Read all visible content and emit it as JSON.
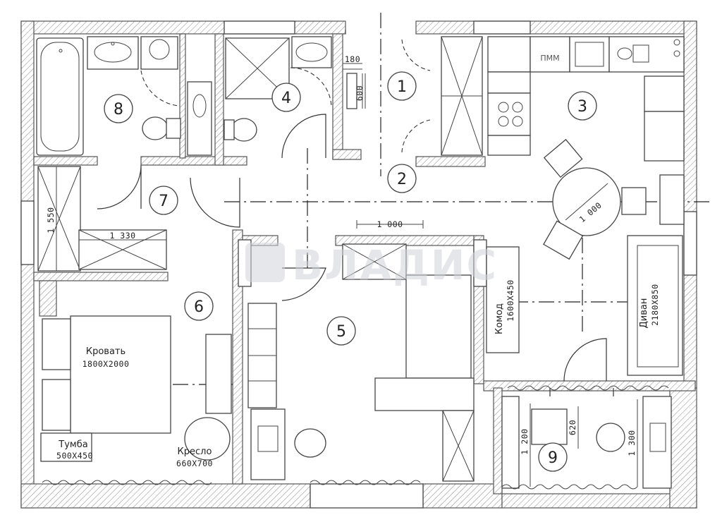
{
  "watermark": "ВЛАДИС",
  "rooms": [
    "1",
    "2",
    "3",
    "4",
    "5",
    "6",
    "7",
    "8",
    "9"
  ],
  "labels": {
    "bed": "Кровать",
    "bed_size": "1800X2000",
    "nightstand": "Тумба",
    "nightstand_size": "500X450",
    "armchair": "Кресло",
    "armchair_size": "660X700",
    "dresser": "Комод",
    "dresser_size": "1600X450",
    "sofa": "Диван",
    "sofa_size": "2180X850",
    "dishwasher": "ПММ"
  },
  "dimensions": {
    "d180": "180",
    "d600": "600",
    "d1000_kitchen_table": "1 000",
    "d1000_tv": "1 000",
    "d1550": "1 550",
    "d1330": "1 330",
    "d1200": "1 200",
    "d620": "620",
    "d1300": "1 300"
  }
}
